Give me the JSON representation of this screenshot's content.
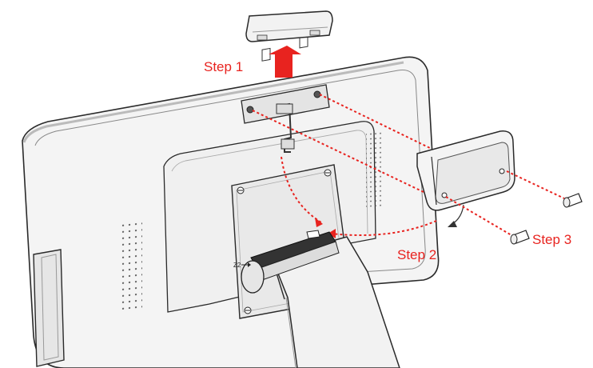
{
  "labels": {
    "step1": "Step 1",
    "step2": "Step 2",
    "step3": "Step 3"
  },
  "port_mark": "Z2",
  "colors": {
    "accent": "#e8231f",
    "outline": "#2a2a2a",
    "panel": "#f4f4f4",
    "shade": "#dcdcdc"
  },
  "icons": {
    "up_arrow": "up-arrow-icon",
    "curved_arrow": "curved-arrow-icon",
    "screw": "screw-icon"
  }
}
